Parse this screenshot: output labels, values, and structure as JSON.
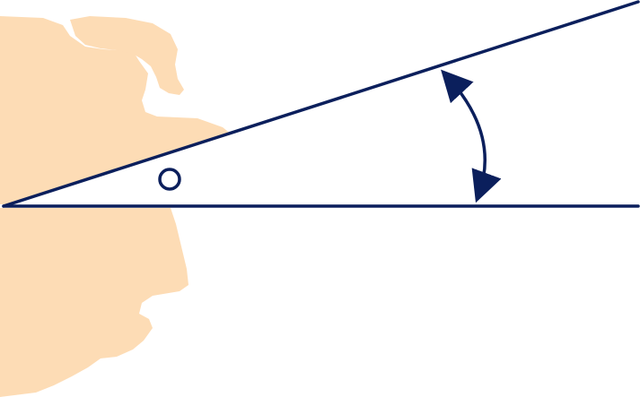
{
  "diagram": {
    "colors": {
      "background": "#ffffff",
      "line": "#0b1f5c",
      "profile": "#fddcb5"
    },
    "elements": {
      "profile": "face-profile",
      "lines": [
        "sight-line",
        "horizontal-line"
      ],
      "arrow": "double-headed-curved-arrow",
      "eye": "eye-marker"
    }
  }
}
